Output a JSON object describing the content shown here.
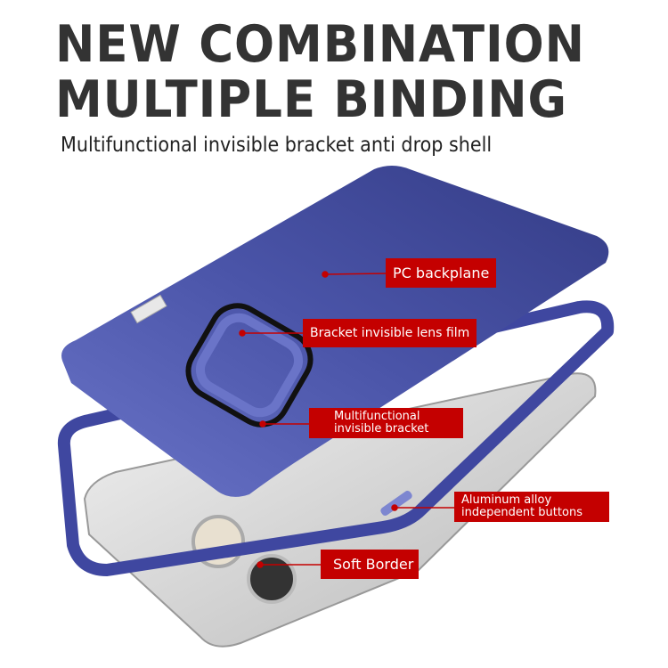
{
  "headline": {
    "line1": "NEW COMBINATION",
    "line2": "MULTIPLE BINDING"
  },
  "subtitle": "Multifunctional invisible bracket anti drop shell",
  "labels": {
    "pc_backplane": "PC backplane",
    "lens_film": "Bracket invisible lens film",
    "bracket_line1": "Multifunctional",
    "bracket_line2": "invisible bracket",
    "buttons_line1": "Aluminum alloy",
    "buttons_line2": "independent buttons",
    "soft_border": "Soft Border"
  },
  "colors": {
    "case_blue": "#3d4596",
    "label_red": "#c40000",
    "title": "#333333"
  }
}
